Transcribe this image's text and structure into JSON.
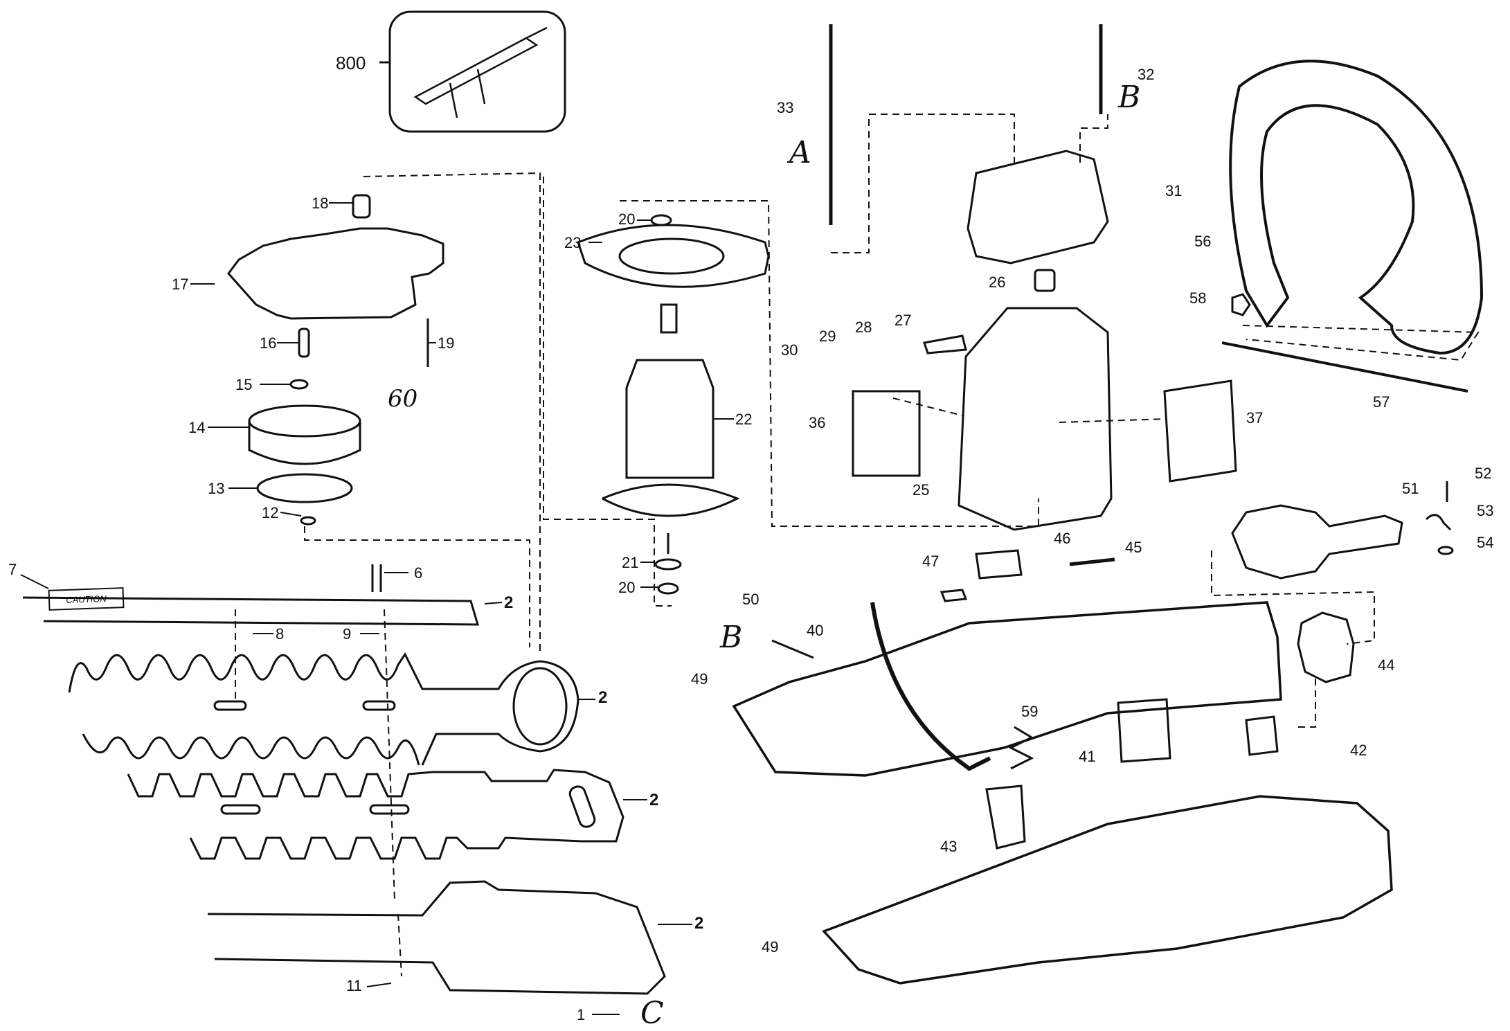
{
  "diagram": {
    "title": "Hedge trimmer exploded parts diagram",
    "inset": {
      "label": "800"
    },
    "caution_label": "CAUTION",
    "assembly_marks": [
      "A",
      "B",
      "B",
      "C"
    ],
    "parts": [
      {
        "id": "1"
      },
      {
        "id": "2"
      },
      {
        "id": "2"
      },
      {
        "id": "2"
      },
      {
        "id": "2"
      },
      {
        "id": "6"
      },
      {
        "id": "7"
      },
      {
        "id": "8"
      },
      {
        "id": "9"
      },
      {
        "id": "8"
      },
      {
        "id": "9"
      },
      {
        "id": "11"
      },
      {
        "id": "12"
      },
      {
        "id": "13"
      },
      {
        "id": "14"
      },
      {
        "id": "15"
      },
      {
        "id": "16"
      },
      {
        "id": "17"
      },
      {
        "id": "18"
      },
      {
        "id": "19"
      },
      {
        "id": "20"
      },
      {
        "id": "20"
      },
      {
        "id": "21"
      },
      {
        "id": "22"
      },
      {
        "id": "23"
      },
      {
        "id": "25"
      },
      {
        "id": "26"
      },
      {
        "id": "27"
      },
      {
        "id": "28"
      },
      {
        "id": "29"
      },
      {
        "id": "30"
      },
      {
        "id": "31"
      },
      {
        "id": "32"
      },
      {
        "id": "33"
      },
      {
        "id": "36"
      },
      {
        "id": "37"
      },
      {
        "id": "40"
      },
      {
        "id": "41"
      },
      {
        "id": "42"
      },
      {
        "id": "43"
      },
      {
        "id": "44"
      },
      {
        "id": "45"
      },
      {
        "id": "46"
      },
      {
        "id": "47"
      },
      {
        "id": "49"
      },
      {
        "id": "49"
      },
      {
        "id": "50"
      },
      {
        "id": "51"
      },
      {
        "id": "52"
      },
      {
        "id": "53"
      },
      {
        "id": "54"
      },
      {
        "id": "56"
      },
      {
        "id": "57"
      },
      {
        "id": "58"
      },
      {
        "id": "59"
      },
      {
        "id": "60"
      }
    ]
  }
}
